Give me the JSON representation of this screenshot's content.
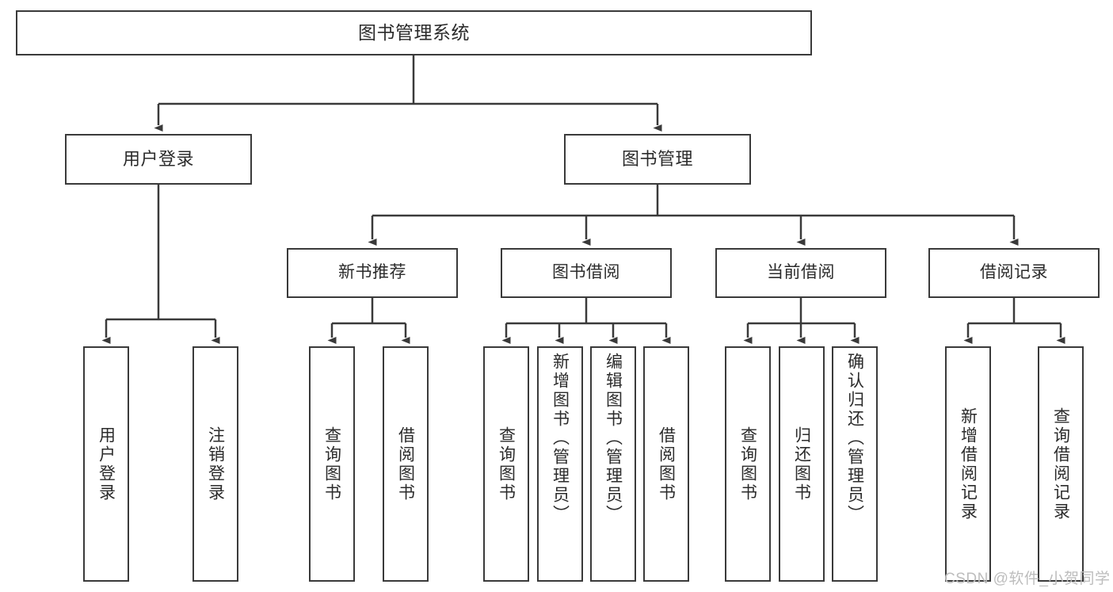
{
  "diagram": {
    "type": "hierarchy-tree",
    "title": "图书管理系统",
    "root": {
      "id": "root",
      "label": "图书管理系统"
    },
    "level2": [
      {
        "id": "user-login",
        "label": "用户登录"
      },
      {
        "id": "book-manage",
        "label": "图书管理"
      }
    ],
    "level3": [
      {
        "id": "new-book-recommend",
        "label": "新书推荐",
        "parent": "book-manage"
      },
      {
        "id": "book-borrow",
        "label": "图书借阅",
        "parent": "book-manage"
      },
      {
        "id": "current-borrow",
        "label": "当前借阅",
        "parent": "book-manage"
      },
      {
        "id": "borrow-record",
        "label": "借阅记录",
        "parent": "book-manage"
      }
    ],
    "leaves": [
      {
        "id": "leaf-user-login",
        "label": "用户登录",
        "parent": "user-login"
      },
      {
        "id": "leaf-user-logout",
        "label": "注销登录",
        "parent": "user-login"
      },
      {
        "id": "leaf-query-book-1",
        "label": "查询图书",
        "parent": "new-book-recommend"
      },
      {
        "id": "leaf-borrow-book-1",
        "label": "借阅图书",
        "parent": "new-book-recommend"
      },
      {
        "id": "leaf-query-book-2",
        "label": "查询图书",
        "parent": "book-borrow"
      },
      {
        "id": "leaf-add-book",
        "label": "新增图书（管理员）",
        "parent": "book-borrow"
      },
      {
        "id": "leaf-edit-book",
        "label": "编辑图书（管理员）",
        "parent": "book-borrow"
      },
      {
        "id": "leaf-borrow-book-2",
        "label": "借阅图书",
        "parent": "book-borrow"
      },
      {
        "id": "leaf-query-book-3",
        "label": "查询图书",
        "parent": "current-borrow"
      },
      {
        "id": "leaf-return-book",
        "label": "归还图书",
        "parent": "current-borrow"
      },
      {
        "id": "leaf-confirm-return",
        "label": "确认归还（管理员）",
        "parent": "current-borrow"
      },
      {
        "id": "leaf-add-record",
        "label": "新增借阅记录",
        "parent": "borrow-record"
      },
      {
        "id": "leaf-query-record",
        "label": "查询借阅记录",
        "parent": "borrow-record"
      }
    ]
  },
  "watermark": {
    "text": "CSDN @软件_小贺同学"
  },
  "colors": {
    "stroke": "#3a3a3a",
    "text": "#2b2b2b",
    "background": "#ffffff",
    "watermark": "#bdbdbd"
  }
}
